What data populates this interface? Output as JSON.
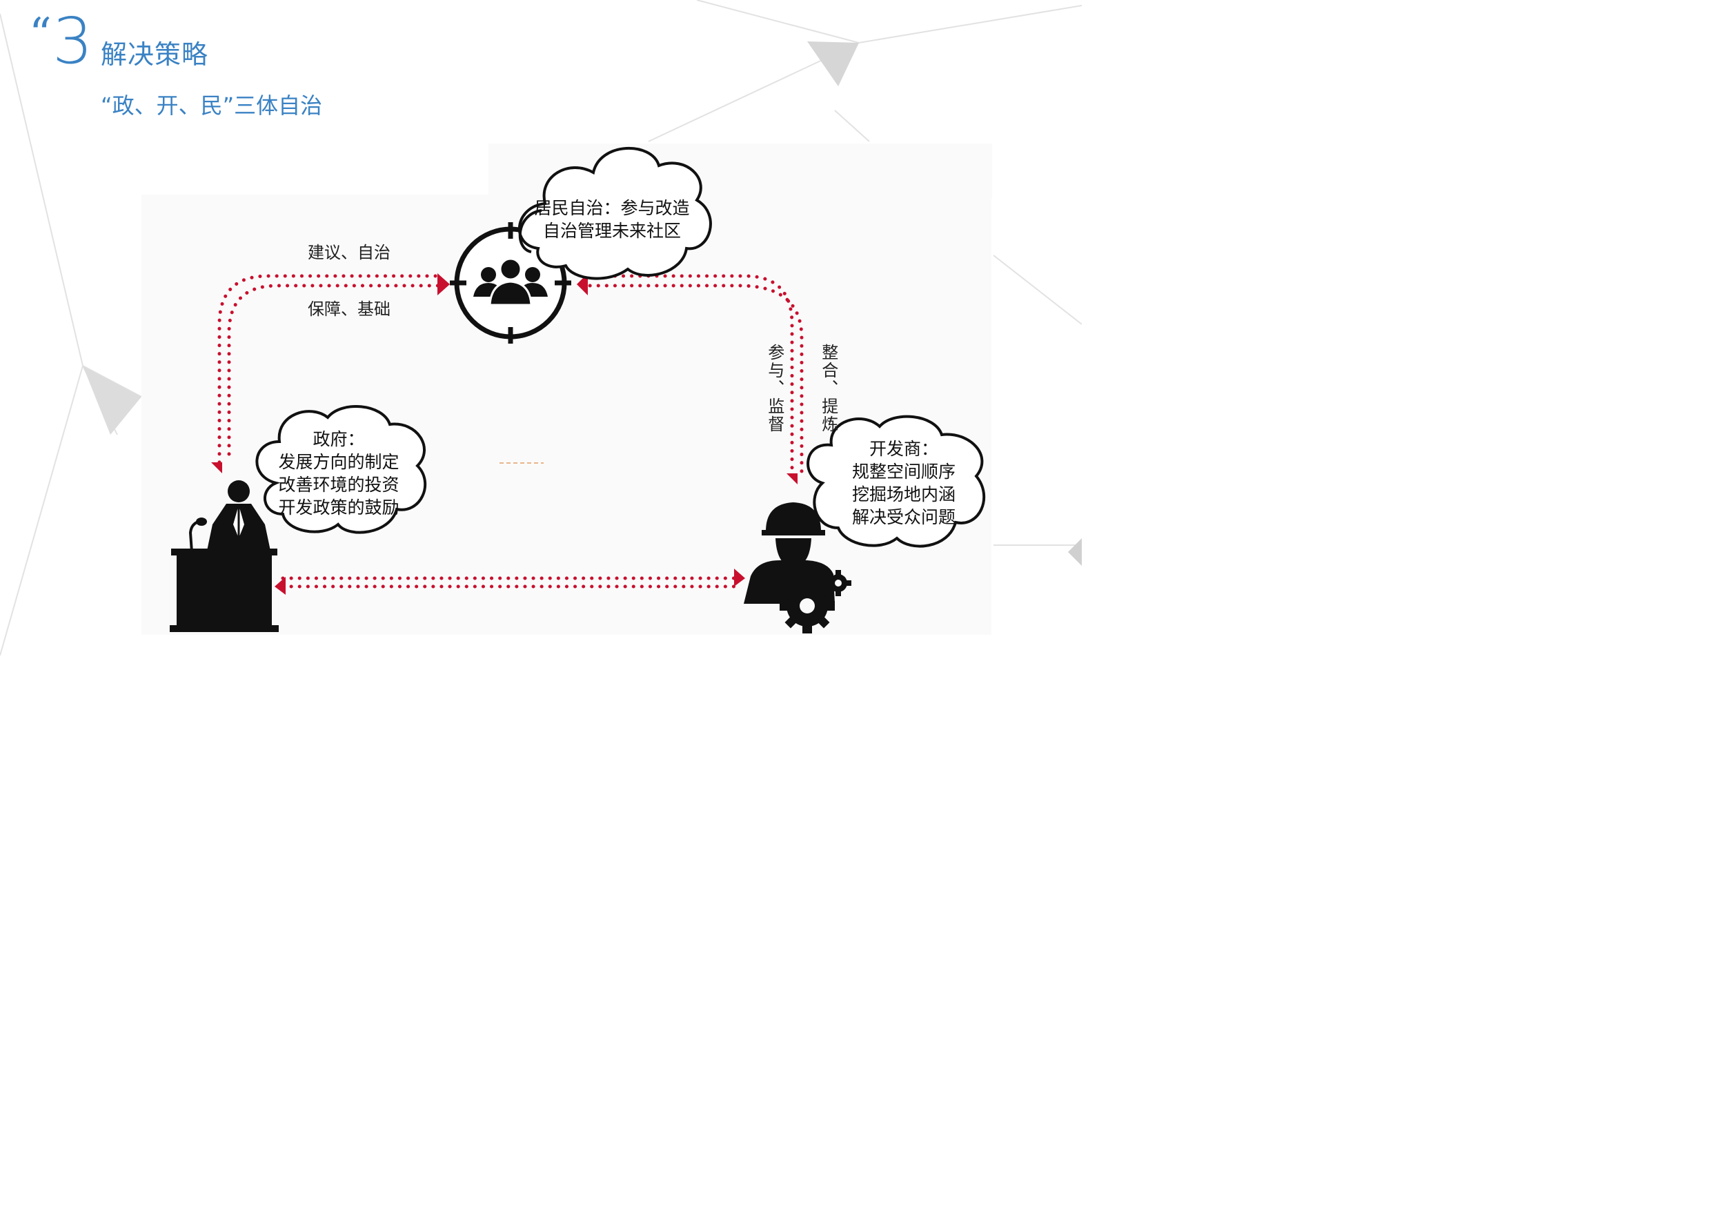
{
  "header": {
    "number": "3",
    "title": "解决策略",
    "subtitle": "“政、开、民”三体自治"
  },
  "diagram": {
    "arrow_labels": {
      "top_upper": "建议、自治",
      "top_lower": "保障、基础",
      "right_inner": "参与、监督",
      "right_outer": "整合、提炼"
    },
    "residents": {
      "line1": "居民自治：参与改造",
      "line2": "自治管理未来社区"
    },
    "government": {
      "line1": "政府：",
      "line2": "发展方向的制定",
      "line3": "改善环境的投资",
      "line4": "开发政策的鼓励"
    },
    "developer": {
      "line1": "开发商：",
      "line2": "规整空间顺序",
      "line3": "挖掘场地内涵",
      "line4": "解决受众问题"
    }
  },
  "colors": {
    "accent": "#3a82c4",
    "arrow": "#c8102e",
    "icon": "#111111"
  }
}
